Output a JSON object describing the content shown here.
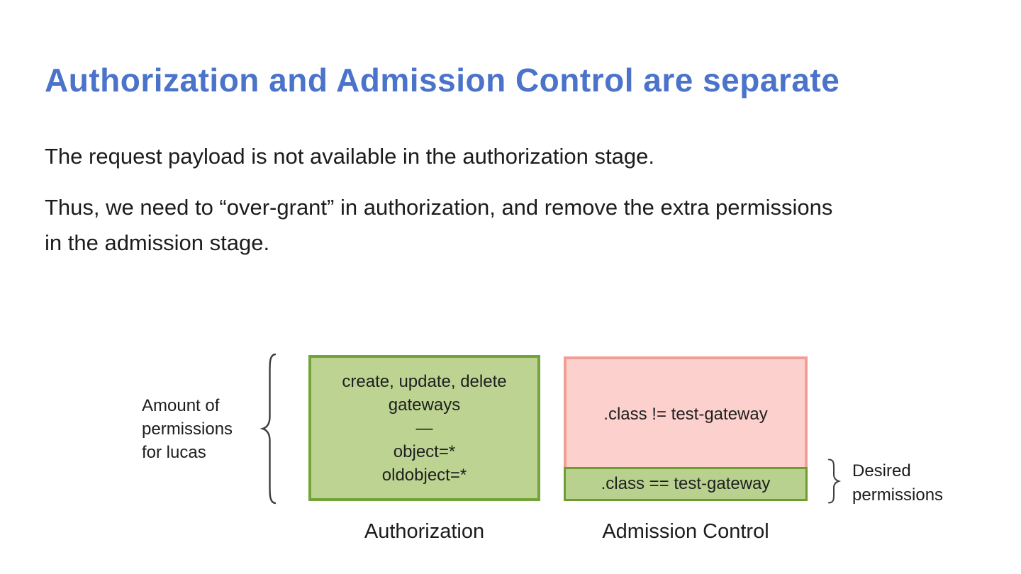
{
  "slide": {
    "title": "Authorization and Admission Control are separate",
    "paragraph1": "The request payload is not available in the authorization stage.",
    "paragraph2_lines": [
      "Thus, we need to “over-grant” in authorization, and remove the extra permissions",
      "in the admission stage."
    ]
  },
  "diagram": {
    "amount_label": {
      "lines": [
        "Amount of",
        "permissions",
        "for lucas"
      ]
    },
    "authorization_box": {
      "lines": [
        "create, update, delete",
        "gateways",
        "—",
        "object=*",
        "oldobject=*"
      ],
      "caption": "Authorization",
      "fill": "#bdd392",
      "border": "#74a33c"
    },
    "admission_box": {
      "denied_rule": ".class != test-gateway",
      "allowed_rule": ".class == test-gateway",
      "caption": "Admission Control",
      "denied_fill": "#fcd1cd",
      "denied_border": "#f29d96",
      "allowed_fill": "#b9d18e",
      "allowed_border": "#6d9d2f"
    },
    "desired_label": {
      "lines": [
        "Desired",
        "permissions"
      ]
    }
  },
  "colors": {
    "title": "#4a73c9",
    "body_text": "#1c1c1c",
    "brace": "#3d3d3d"
  }
}
